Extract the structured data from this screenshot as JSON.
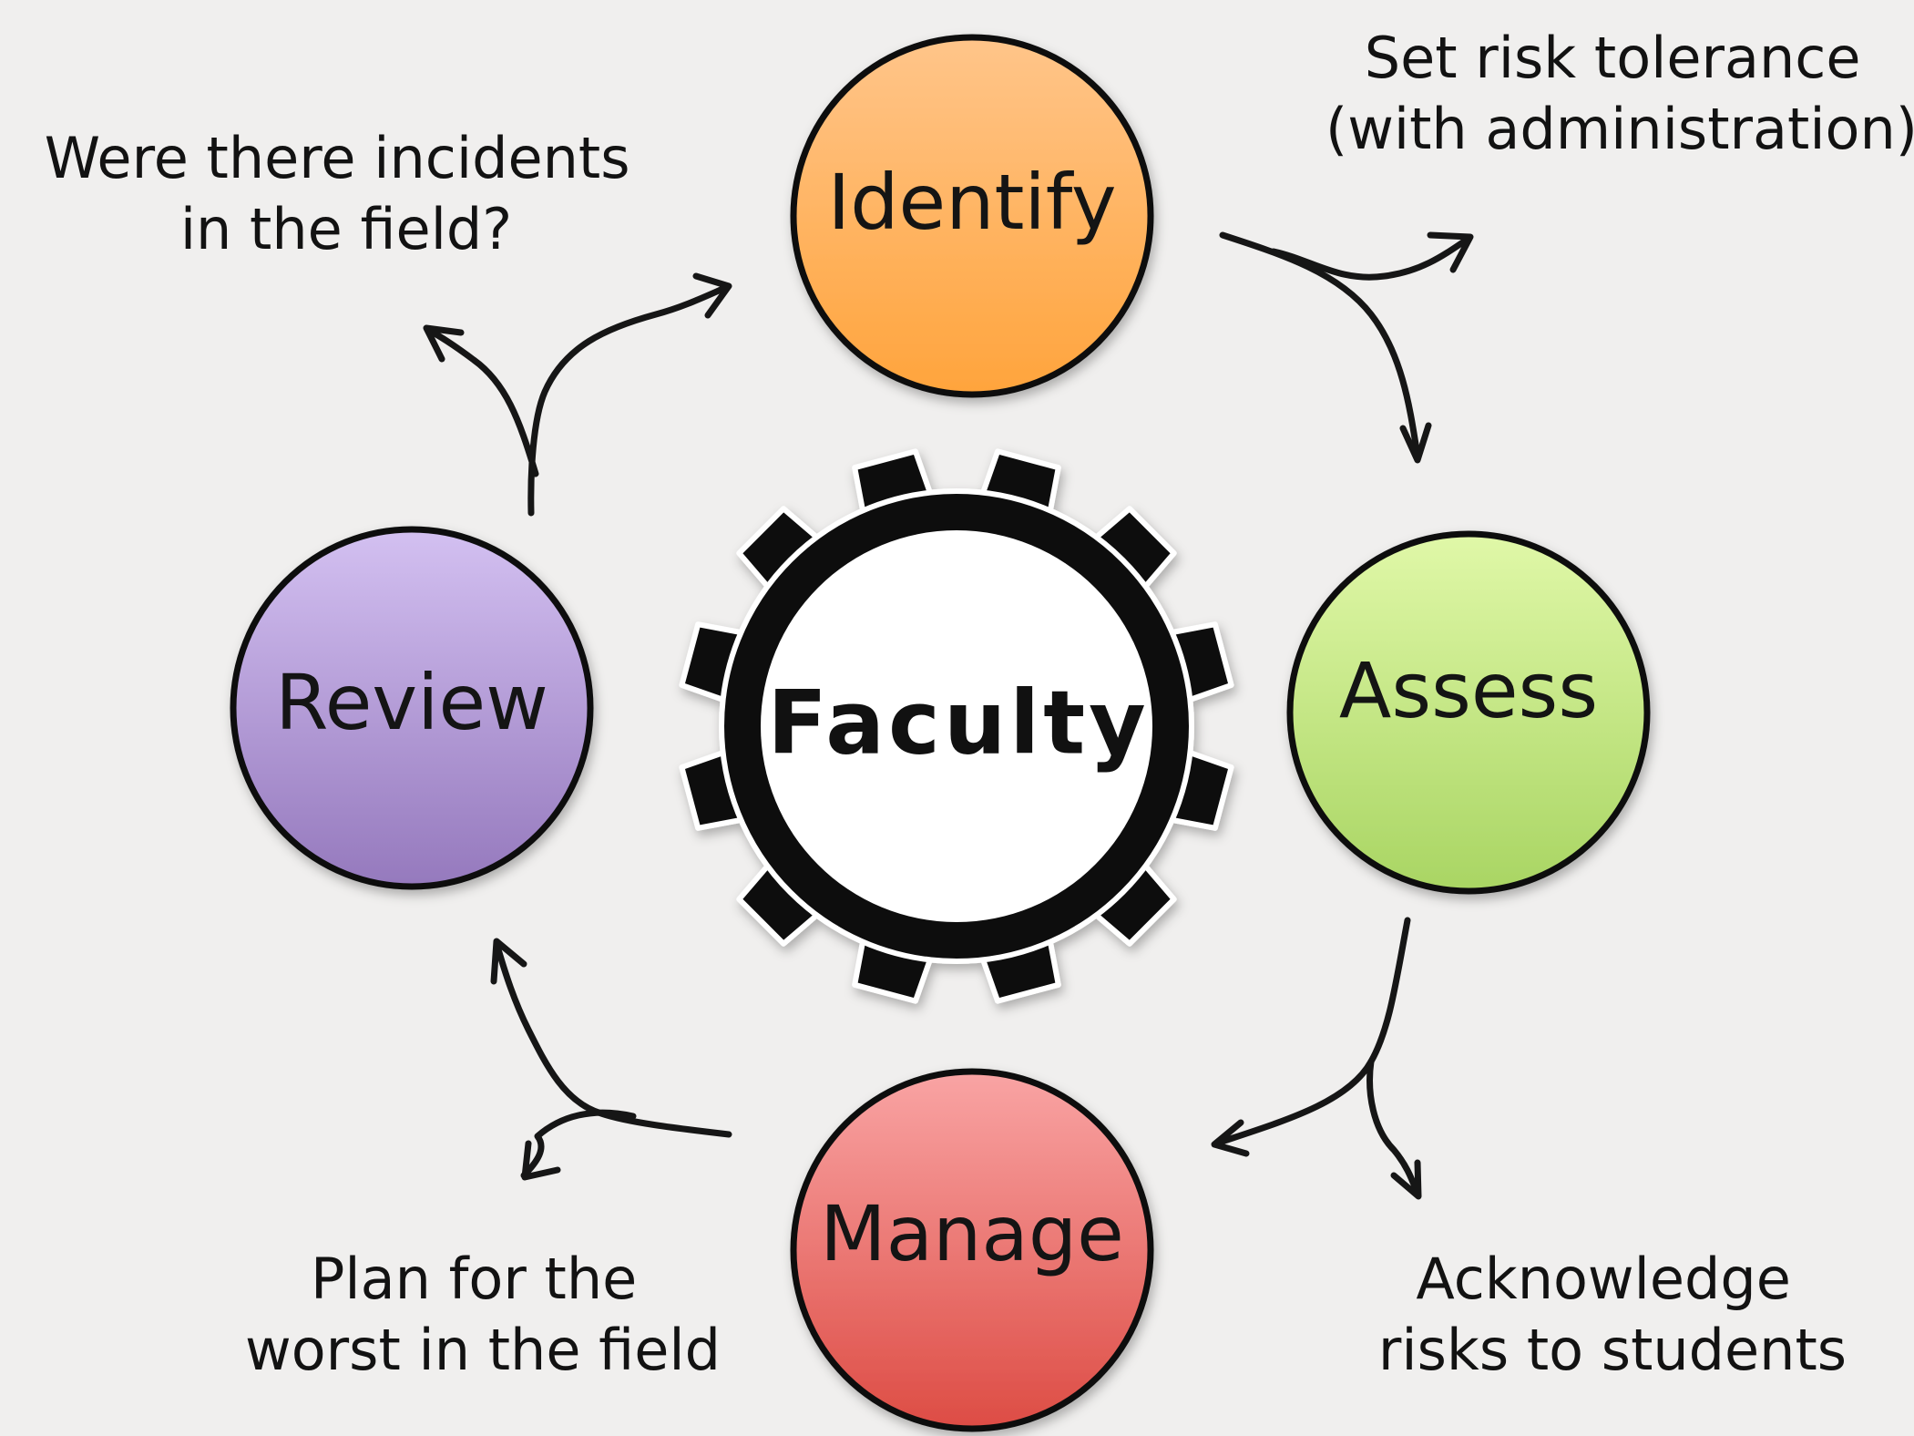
{
  "hub": {
    "label": "Faculty"
  },
  "nodes": {
    "identify": {
      "label": "Identify",
      "color_top": "#ffc58a",
      "color_bottom": "#ffa43c"
    },
    "assess": {
      "label": "Assess",
      "color_top": "#e0f8a8",
      "color_bottom": "#a9d563"
    },
    "manage": {
      "label": "Manage",
      "color_top": "#f9a4a4",
      "color_bottom": "#dd4c44"
    },
    "review": {
      "label": "Review",
      "color_top": "#d3c0f1",
      "color_bottom": "#9579bd"
    }
  },
  "notes": {
    "identify_assess": {
      "line1": "Set risk tolerance",
      "line2": "(with administration)"
    },
    "assess_manage": {
      "line1": "Acknowledge",
      "line2": "risks to students"
    },
    "manage_review": {
      "line1": "Plan for the",
      "line2": "worst in the field"
    },
    "review_identify": {
      "line1": "Were there incidents",
      "line2": "in the field?"
    }
  }
}
